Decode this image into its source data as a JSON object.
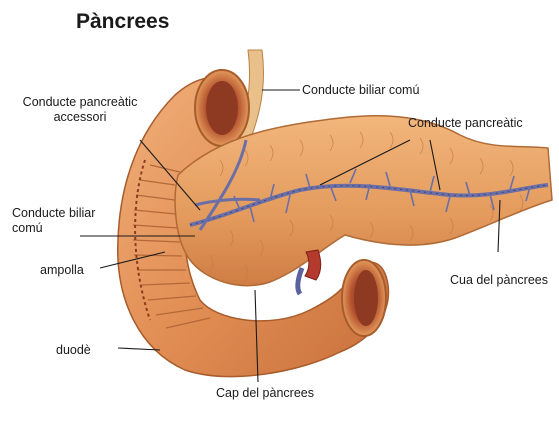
{
  "title": "Pàncrees",
  "labels": {
    "conducte_biliar_comu_top": "Conducte biliar comú",
    "conducte_pancreatic_accessori_1": "Conducte pancreàtic",
    "conducte_pancreatic_accessori_2": "accessori",
    "conducte_pancreatic": "Conducte pancreàtic",
    "conducte_biliar_comu_left_1": "Conducte biliar",
    "conducte_biliar_comu_left_2": "comú",
    "ampolla": "ampolla",
    "duode": "duodè",
    "cua_del_pancrees": "Cua del pàncrees",
    "cap_del_pancrees": "Cap del pàncrees"
  },
  "colors": {
    "pancreas": "#e8a25e",
    "duodenum": "#e89a62",
    "duct": "#6b6fa6",
    "vessel": "#b53a2e"
  }
}
